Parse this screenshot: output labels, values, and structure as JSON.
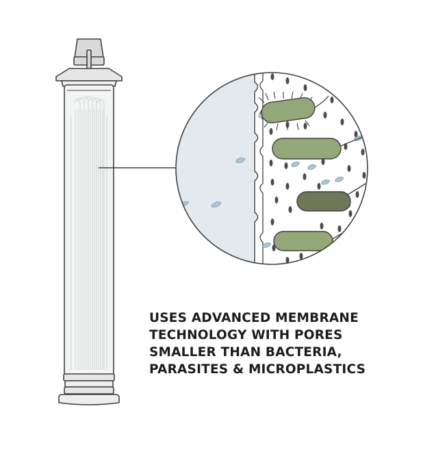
{
  "caption": {
    "lines": [
      "USES ADVANCED MEMBRANE",
      "TECHNOLOGY WITH PORES",
      "SMALLER THAN BACTERIA,",
      "PARASITES & MICROPLASTICS"
    ]
  },
  "colors": {
    "outline": "#3f3f3f",
    "filter_body": "#f3f5f5",
    "cap": "#d9d9d9",
    "water_side": "#e3e9ed",
    "water_drop": "#a9c4d3",
    "bacteria_light": "#93a878",
    "bacteria_dark": "#6e7757",
    "pore": "#4c4c4c"
  },
  "icons": [
    "water-filter-straw-icon",
    "bacteria-icon",
    "water-drop-icon"
  ]
}
